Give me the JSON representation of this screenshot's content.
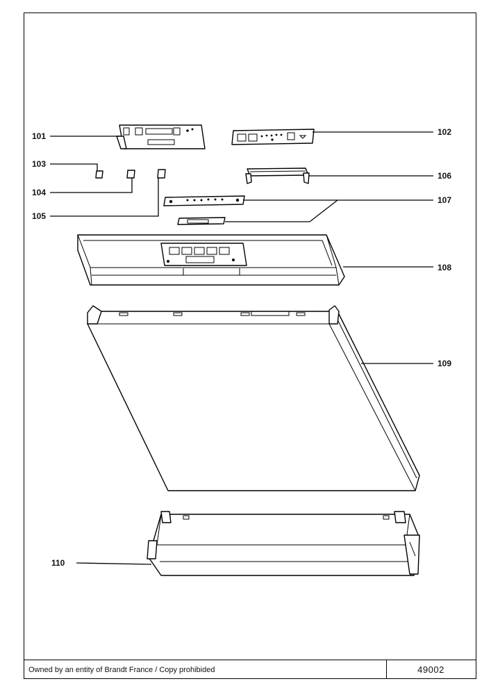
{
  "callouts": [
    {
      "id": "101",
      "label": "101"
    },
    {
      "id": "102",
      "label": "102"
    },
    {
      "id": "103",
      "label": "103"
    },
    {
      "id": "104",
      "label": "104"
    },
    {
      "id": "105",
      "label": "105"
    },
    {
      "id": "106",
      "label": "106"
    },
    {
      "id": "107",
      "label": "107"
    },
    {
      "id": "108",
      "label": "108"
    },
    {
      "id": "109",
      "label": "109"
    },
    {
      "id": "110",
      "label": "110"
    }
  ],
  "footer": {
    "ownership": "Owned by an entity of Brandt France / Copy prohibided",
    "drawing_number": "49002"
  },
  "colors": {
    "line": "#000000",
    "background": "#ffffff"
  }
}
